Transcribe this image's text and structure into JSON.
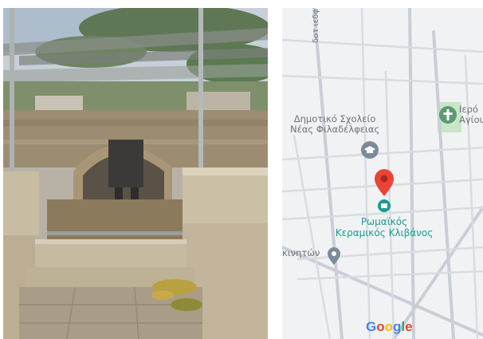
{
  "photo": {
    "description_icon": "archaeological-site-photo"
  },
  "map": {
    "street_vertical": "δοτ ιεδφ",
    "school_label_line1": "Δημοτικό Σχολείο",
    "school_label_line2": "Νέας Φιλαδέλφειας",
    "church_label_line1": "Ιερό",
    "church_label_line2": "Αγίου",
    "place_label_line1": "Ρωμαϊκός",
    "place_label_line2": "Κεραμικός Κλιβάνος",
    "partial_label": "κινητών",
    "logo": {
      "letters": [
        "G",
        "o",
        "o",
        "g",
        "l",
        "e"
      ],
      "colors": [
        "#4285F4",
        "#EA4335",
        "#FBBC05",
        "#4285F4",
        "#34A853",
        "#EA4335"
      ]
    },
    "colors": {
      "pin": "#EA4335",
      "place_text": "#1a9c8e",
      "poi_icon": "#7c8b99",
      "church_icon": "#5e9a73"
    },
    "icons": [
      "school-icon",
      "church-icon",
      "location-pin-icon",
      "museum-icon",
      "poi-marker-icon"
    ]
  }
}
